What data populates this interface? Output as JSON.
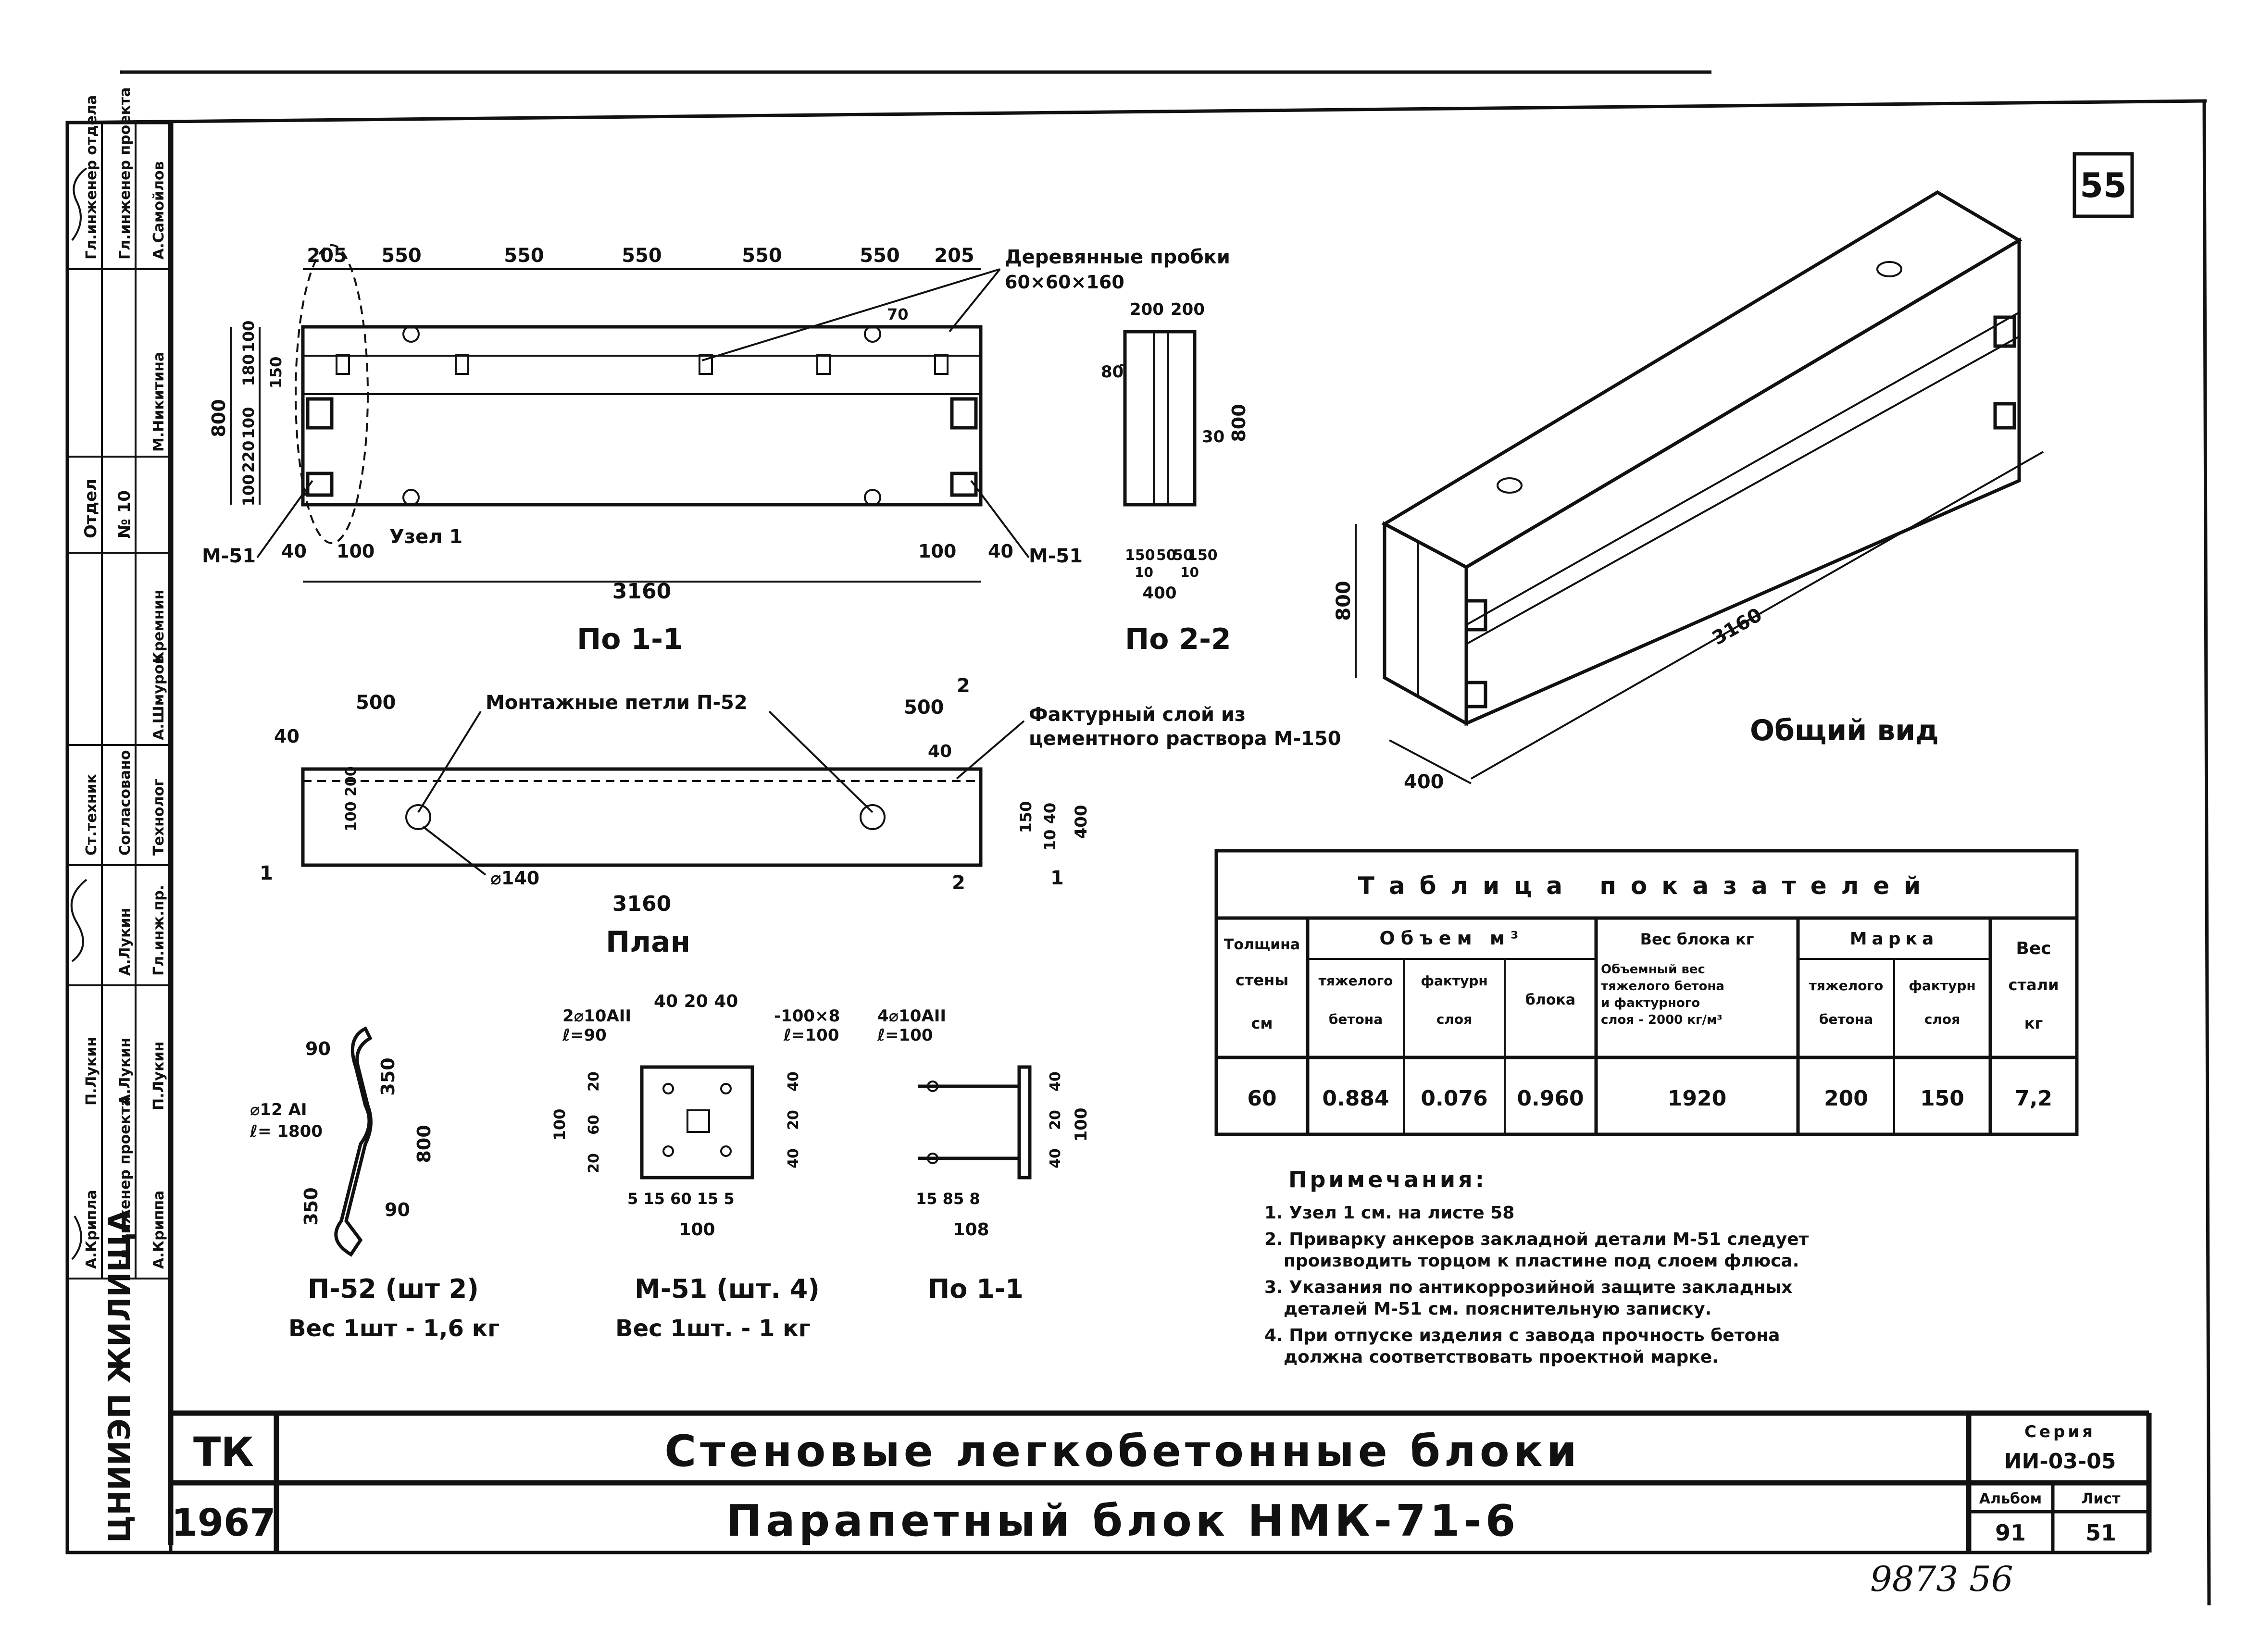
{
  "sheet_number": "55",
  "stamp_number": "9873 56",
  "left_stamp": {
    "rows": [
      "Гл.инженер отдела",
      "Гл.инженер проекта",
      "Отдел",
      "№ 10",
      "Ст.техник",
      "Согласовано",
      "Технолог",
      "Гл.инж.пр.",
      "А.Лукин",
      "П.Лукин",
      "Гл.инженер проекта",
      "А.Криппа"
    ],
    "names": [
      "А.Самойлов",
      "М.Никитина",
      "Кремнин",
      "А.Шмуров",
      "А.Лукин",
      "П.Лукин",
      "А.Крипла"
    ],
    "org": "ЦНИИЭП ЖИЛИЩА"
  },
  "views": {
    "section_1_1": {
      "caption": "По 1-1",
      "dims_top": [
        "205",
        "550",
        "550",
        "550",
        "550",
        "550",
        "205"
      ],
      "dims_left": [
        "800",
        "100",
        "220",
        "100",
        "180",
        "100",
        "150"
      ],
      "total": "3160",
      "wood_plugs": "Деревянные пробки",
      "wood_plugs_size": "60×60×160",
      "label_m51_left": "М-51",
      "label_m51_right": "М-51",
      "node": "Узел 1",
      "d40l": "40",
      "d100l": "100",
      "d100r": "100",
      "d40r": "40",
      "d70": "70"
    },
    "section_2_2": {
      "caption": "По 2-2",
      "dims_top": [
        "200",
        "200"
      ],
      "d80": "80",
      "d30": "30",
      "d800": "800",
      "dims_bottom": [
        "150",
        "50",
        "50",
        "150"
      ],
      "dims_bottom2": [
        "10",
        "10"
      ],
      "total": "400"
    },
    "plan": {
      "caption": "План",
      "loops": "Монтажные петли П-52",
      "facing": "Фактурный слой из",
      "facing2": "цементного раствора М-150",
      "d500l": "500",
      "d500r": "500",
      "d40": "40",
      "d40r": "40",
      "d100_200": "100 200",
      "d150": "150",
      "d10_40": "10 40",
      "d400": "400",
      "hole": "⌀140",
      "total": "3160",
      "cut1": "1",
      "cut2": "2"
    },
    "general": {
      "caption": "Общий вид",
      "d800": "800",
      "d3160": "3160",
      "d400": "400"
    },
    "loop_p52": {
      "d90a": "90",
      "d350a": "350",
      "d800": "800",
      "d350b": "350",
      "d90b": "90",
      "bar": "⌀12 АI",
      "len": "ℓ= 1800",
      "caption": "П-52 (шт 2)",
      "weight": "Вес 1шт - 1,6 кг"
    },
    "plate_m51": {
      "anchor": "2⌀10АII",
      "anchor_len": "ℓ=90",
      "top": "40 20 40",
      "plate": "-100×8",
      "plate_len": "ℓ=100",
      "left_dims": [
        "100",
        "20",
        "60",
        "20"
      ],
      "right_dims": [
        "40",
        "20",
        "40"
      ],
      "bottom_dims": "5 15 60 15 5",
      "bottom_total": "100",
      "caption": "М-51 (шт. 4)",
      "weight": "Вес 1шт. - 1 кг"
    },
    "section_m51": {
      "anchor": "4⌀10АII",
      "anchor_len": "ℓ=100",
      "right_dims": [
        "40",
        "20",
        "40"
      ],
      "total_h": "100",
      "bottom": "15 85 8",
      "bottom_total": "108",
      "caption": "По 1-1"
    }
  },
  "table": {
    "title": "Таблица показателей",
    "h_thickness": "Толщина",
    "h_volume": "Объем м³",
    "h_weight": "Вес блока кг",
    "h_grade": "Марка",
    "h_steel": "Вес",
    "sub_wall": "стены",
    "sub_cm": "см",
    "sub_heavy": "тяжелого",
    "sub_heavy2": "бетона",
    "sub_fact": "фактурн",
    "sub_fact2": "слоя",
    "sub_block": "блока",
    "sub_wdesc1": "Объемный вес",
    "sub_wdesc2": "тяжелого бетона",
    "sub_wdesc3": "и фактурного",
    "sub_wdesc4": "слоя - 2000 кг/м³",
    "sub_gheavy": "тяжелого",
    "sub_gheavy2": "бетона",
    "sub_gfact": "фактурн",
    "sub_gfact2": "слоя",
    "sub_steel": "стали",
    "sub_kg": "кг",
    "row": [
      "60",
      "0.884",
      "0.076",
      "0.960",
      "1920",
      "200",
      "150",
      "7,2"
    ]
  },
  "notes": {
    "title": "Примечания:",
    "items": [
      "1. Узел 1 см. на листе 58",
      "2. Приварку анкеров закладной детали М-51 следует",
      "производить торцом к пластине под слоем флюса.",
      "3. Указания по антикоррозийной защите закладных",
      "деталей М-51 см. пояснительную записку.",
      "4. При отпуске изделия с завода прочность бетона",
      "должна соответствовать проектной марке."
    ]
  },
  "title_block": {
    "code": "ТК",
    "year": "1967",
    "title1": "Стеновые легкобетонные блоки",
    "title2": "Парапетный блок НМК-71-6",
    "series_label": "Серия",
    "series": "ИИ-03-05",
    "album_label": "Альбом",
    "album": "91",
    "sheet_label": "Лист",
    "sheet": "51"
  }
}
